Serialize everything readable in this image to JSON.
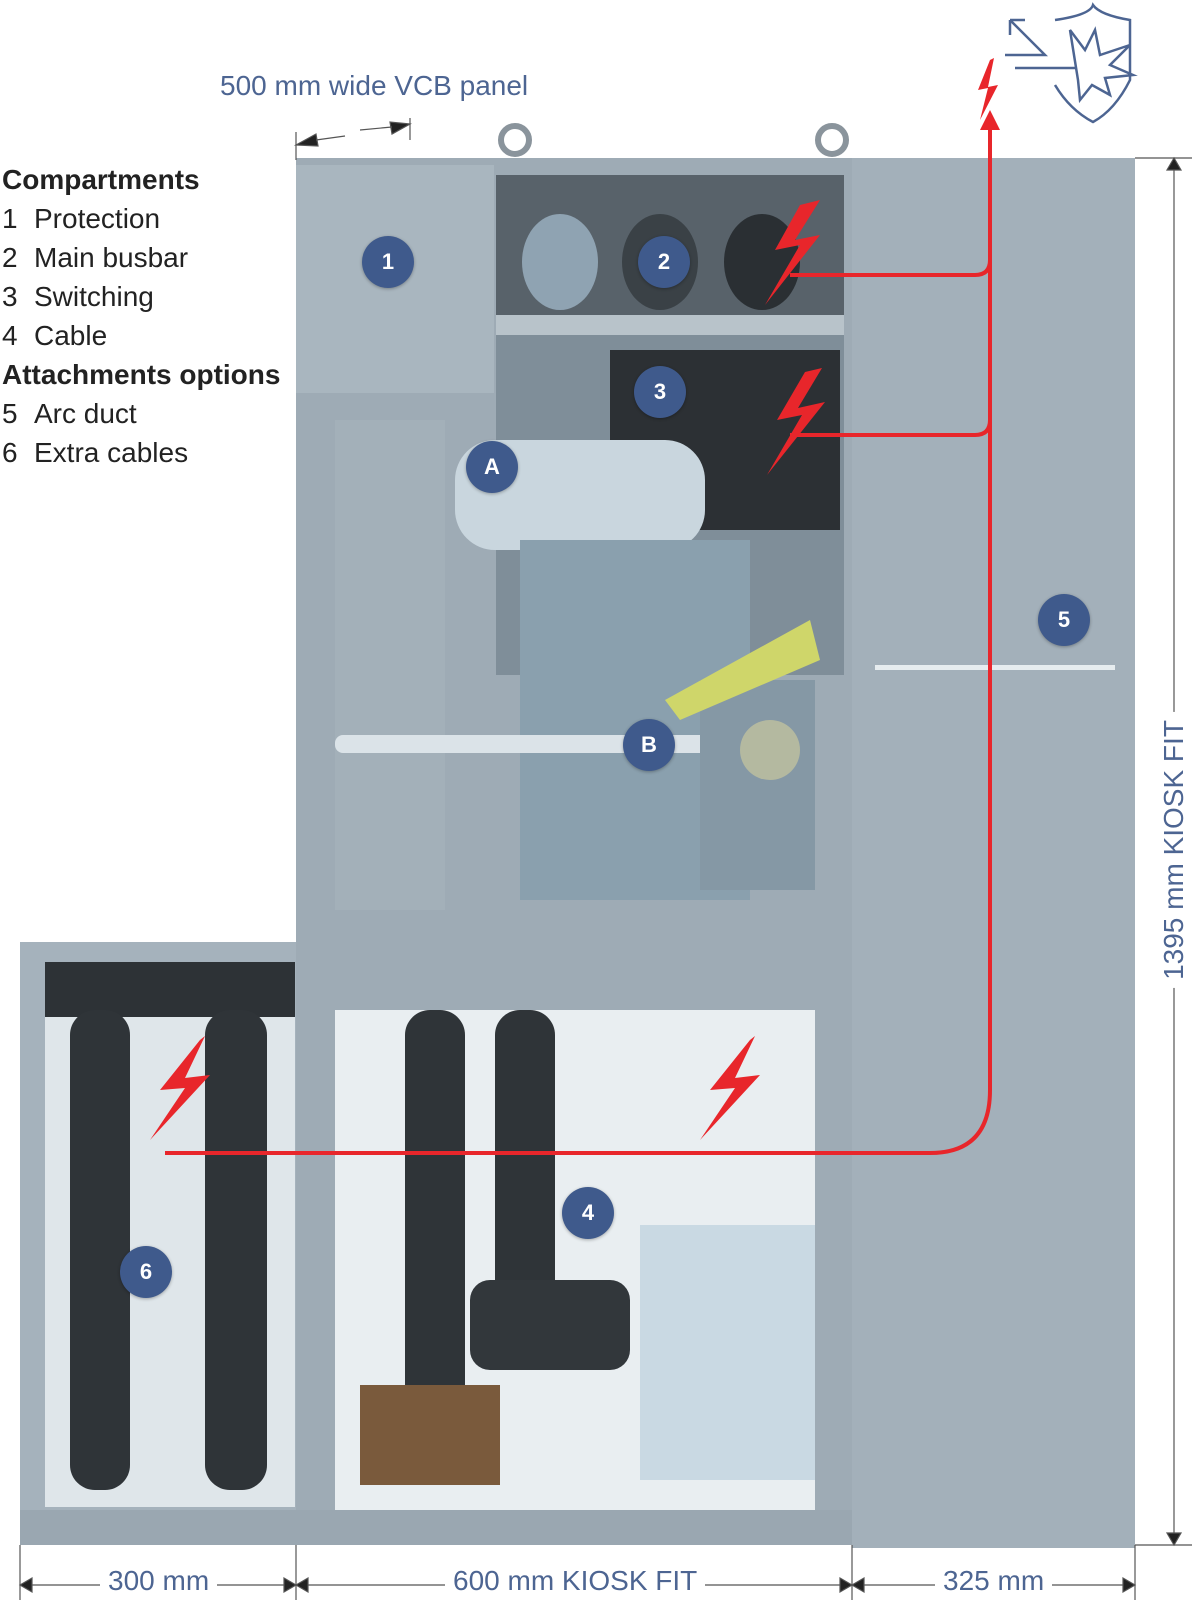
{
  "title": "500 mm wide VCB panel",
  "legend": {
    "compartments_heading": "Compartments",
    "compartments": [
      {
        "num": "1",
        "label": "Protection"
      },
      {
        "num": "2",
        "label": "Main busbar"
      },
      {
        "num": "3",
        "label": "Switching"
      },
      {
        "num": "4",
        "label": "Cable"
      }
    ],
    "attachments_heading": "Attachments options",
    "attachments": [
      {
        "num": "5",
        "label": "Arc duct"
      },
      {
        "num": "6",
        "label": "Extra cables"
      }
    ]
  },
  "badges": [
    "1",
    "2",
    "3",
    "A",
    "5",
    "B",
    "4",
    "6"
  ],
  "dimensions": {
    "left": "300 mm",
    "center": "600 mm KIOSK FIT",
    "right": "325 mm",
    "height": "1395 mm KIOSK FIT"
  },
  "colors": {
    "accent": "#3f5a8c",
    "arc": "#e8262b",
    "panel": "#9eabb5",
    "dimension_text": "#4d6592"
  },
  "icons": [
    "arc-protection-shield-icon",
    "lightning-bolt-icon"
  ]
}
